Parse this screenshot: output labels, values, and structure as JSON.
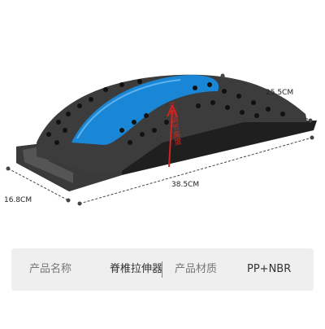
{
  "dimensions": {
    "depth": "25.5CM",
    "length": "38.5CM",
    "width": "16.8CM"
  },
  "adjust_label": "三档调节高度",
  "specs": {
    "name_label": "产品名称",
    "name_value": "脊椎拉伸器",
    "material_label": "产品材质",
    "material_value": "PP+NBR"
  },
  "colors": {
    "band_blue": "#1a86d6",
    "body_black": "#2a2a2a",
    "accent_red": "#d4241f",
    "spec_bg": "#efefef"
  }
}
